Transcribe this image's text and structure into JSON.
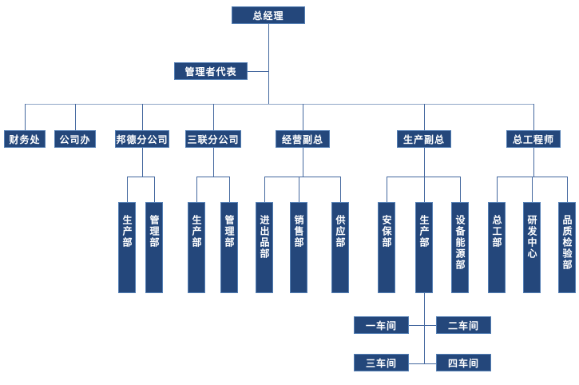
{
  "colors": {
    "box_fill": "#24477B",
    "box_border": "#5580B5",
    "line": "#44689F",
    "line_light": "#8FA6C6",
    "text": "#FFFFFF",
    "background": "#FFFFFF"
  },
  "org": {
    "root": "总经理",
    "management_rep": "管理者代表",
    "divisions": [
      "财务处",
      "公司办",
      "邦德分公司",
      "三联分公司",
      "经营副总",
      "生产副总",
      "总工程师"
    ],
    "departments": {
      "bangde": [
        "生产部",
        "管理部"
      ],
      "sanlian": [
        "生产部",
        "管理部"
      ],
      "operations": [
        "进出品部",
        "销售部",
        "供应部"
      ],
      "production": [
        "安保部",
        "生产部",
        "设备能源部"
      ],
      "chief_engineer": [
        "总工部",
        "研发中心",
        "品质检验部"
      ]
    },
    "workshops": [
      "一车间",
      "二车间",
      "三车间",
      "四车间"
    ]
  }
}
